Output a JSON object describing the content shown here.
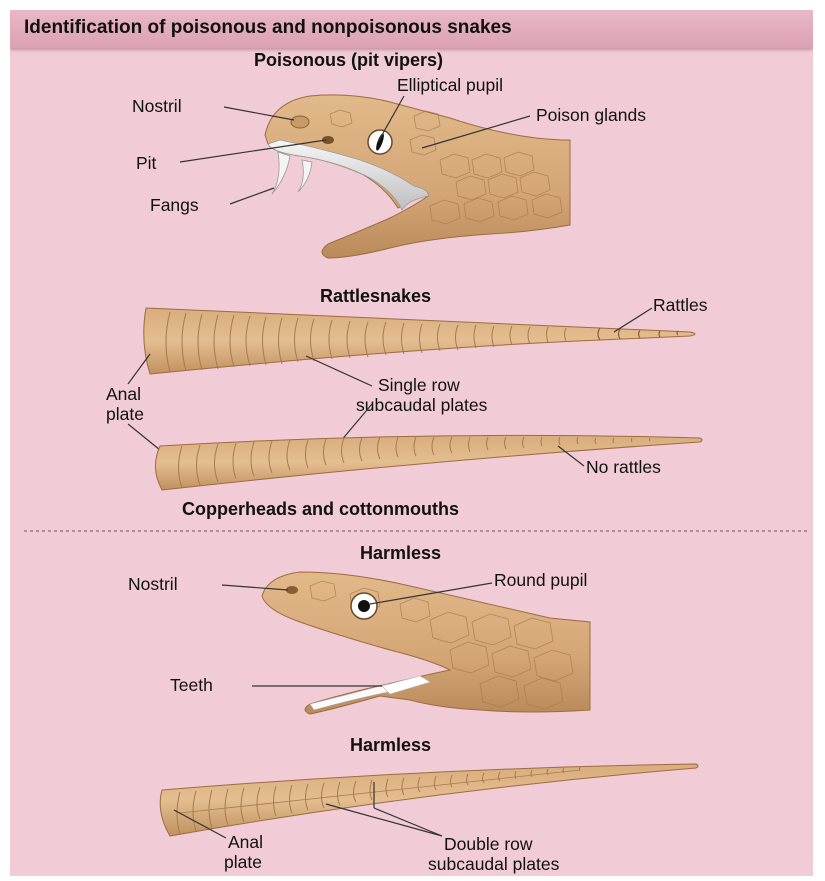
{
  "title": "Identification of poisonous and nonpoisonous snakes",
  "sections": {
    "poisonous": "Poisonous (pit vipers)",
    "rattlesnakes": "Rattlesnakes",
    "copperheads": "Copperheads and cottonmouths",
    "harmless_head": "Harmless",
    "harmless_tail": "Harmless"
  },
  "labels": {
    "nostril_1": "Nostril",
    "elliptical_pupil": "Elliptical pupil",
    "poison_glands": "Poison glands",
    "pit": "Pit",
    "fangs": "Fangs",
    "rattles": "Rattles",
    "anal_plate_1a": "Anal",
    "anal_plate_1b": "plate",
    "single_row_a": "Single row",
    "single_row_b": "subcaudal plates",
    "no_rattles": "No rattles",
    "nostril_2": "Nostril",
    "round_pupil": "Round pupil",
    "teeth": "Teeth",
    "anal_plate_2a": "Anal",
    "anal_plate_2b": "plate",
    "double_row_a": "Double row",
    "double_row_b": "subcaudal plates"
  },
  "colors": {
    "background": "#f1cbd6",
    "header": "#dba1b3",
    "skin": "#d7aa78",
    "skin_dark": "#b98a5a",
    "fang": "#f4f4f4"
  }
}
